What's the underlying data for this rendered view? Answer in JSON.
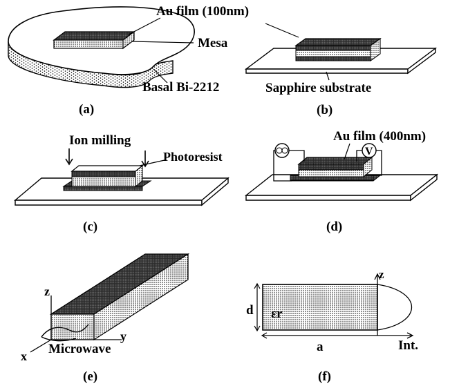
{
  "panel_a": {
    "caption": "(a)",
    "au_film_label": "Au film (100nm)",
    "mesa_label": "Mesa",
    "basal_label": "Basal Bi-2212"
  },
  "panel_b": {
    "caption": "(b)",
    "substrate_label": "Sapphire substrate"
  },
  "panel_c": {
    "caption": "(c)",
    "ion_milling_label": "Ion milling",
    "photoresist_label": "Photoresist"
  },
  "panel_d": {
    "caption": "(d)",
    "au_film_label": "Au film (400nm)",
    "voltmeter_symbol": "V"
  },
  "panel_e": {
    "caption": "(e)",
    "axis_x": "x",
    "axis_y": "y",
    "axis_z": "z",
    "microwave_label": "Microwave"
  },
  "panel_f": {
    "caption": "(f)",
    "axis_z": "z",
    "width_label": "a",
    "height_label": "d",
    "permittivity_label": "εr",
    "intensity_label": "Int."
  },
  "colors": {
    "ink": "#000000",
    "dotted_fill": "#bfbfbf",
    "dark_fill": "#5a5a5a",
    "background": "#ffffff"
  }
}
